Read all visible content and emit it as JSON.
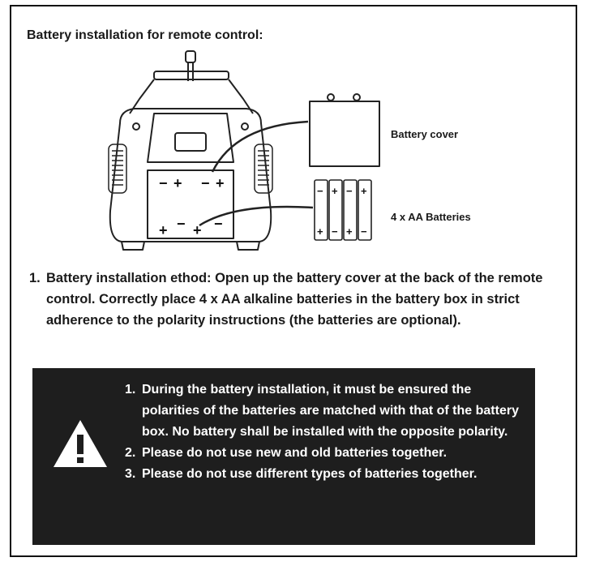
{
  "heading": "Battery installation for remote control:",
  "diagram": {
    "battery_cover_label": "Battery cover",
    "batteries_label": "4 x AA Batteries"
  },
  "instruction": {
    "number": "1.",
    "text": "Battery installation ethod: Open up the battery cover at the back of the remote control. Correctly place 4 x AA alkaline batteries in the battery box in strict adherence to the polarity instructions (the batteries are optional)."
  },
  "warning": {
    "icon": "warning-triangle-icon",
    "items": [
      {
        "number": "1.",
        "text": "During the battery installation, it must be ensured the polarities of the batteries are matched with that of the battery box. No battery shall be installed with the opposite polarity."
      },
      {
        "number": "2.",
        "text": "Please do not use new and old batteries together."
      },
      {
        "number": "3.",
        "text": "Please do not use different types of batteries together."
      }
    ]
  }
}
